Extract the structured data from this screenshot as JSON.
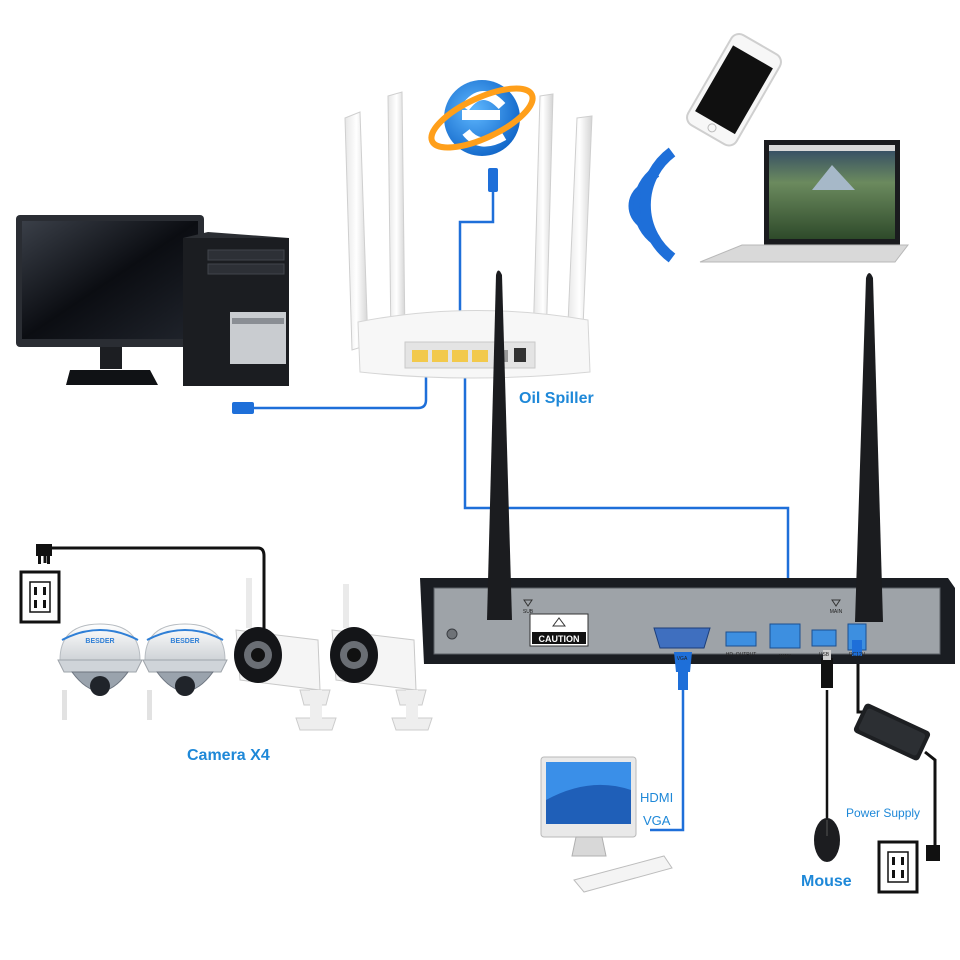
{
  "labels": {
    "router": "Oil Spiller",
    "cameras": "Camera X4",
    "hdmi": "HDMI",
    "vga": "VGA",
    "mouse": "Mouse",
    "power_supply": "Power Supply"
  },
  "nvr": {
    "caution": "CAUTION",
    "port_vga": "VGA",
    "port_hdmi": "HD_OUTPUT",
    "port_wan": "WAN",
    "port_usb": "USB",
    "port_dc": "DC12V",
    "antenna_left": "SUB",
    "antenna_right": "MAIN"
  },
  "camera_brand": "BESDER",
  "colors": {
    "cable": "#1e6fd9",
    "label": "#1e88d8",
    "nvr_body": "#1a1d22",
    "nvr_panel": "#9ea3a8"
  }
}
